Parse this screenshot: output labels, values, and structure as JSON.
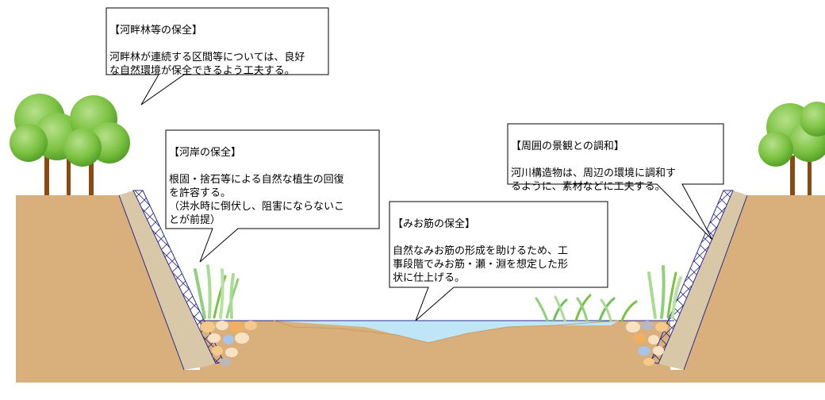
{
  "callouts": {
    "riparian": {
      "title": "【河畔林等の保全】",
      "body": "河畔林が連続する区間等については、良好\nな自然環境が保全できるよう工夫する。"
    },
    "bank": {
      "title": "【河岸の保全】",
      "body": "根固・捨石等による自然な植生の回復\nを許容する。\n（洪水時に倒伏し、阻害にならないこ\nとが前提）"
    },
    "channel": {
      "title": "【みお筋の保全】",
      "body": "自然なみお筋の形成を助けるため、工\n事段階でみお筋・瀬・淵を想定した形\n状に仕上げる。"
    },
    "landscape": {
      "title": "【周囲の景観との調和】",
      "body": "河川構造物は、周辺の環境に調和す\nるように、素材などに工夫する。"
    }
  },
  "colors": {
    "soil": "#d9b07c",
    "soil_shadow": "#c99a63",
    "water": "#bfe6f7",
    "revetment": "#d8c8a8",
    "revetment_line": "#2b2b8c",
    "tree_leaf": "#7cc242",
    "tree_leaf_dark": "#5aa02c",
    "trunk": "#8a4b12",
    "grass": "#6fbf5a"
  }
}
